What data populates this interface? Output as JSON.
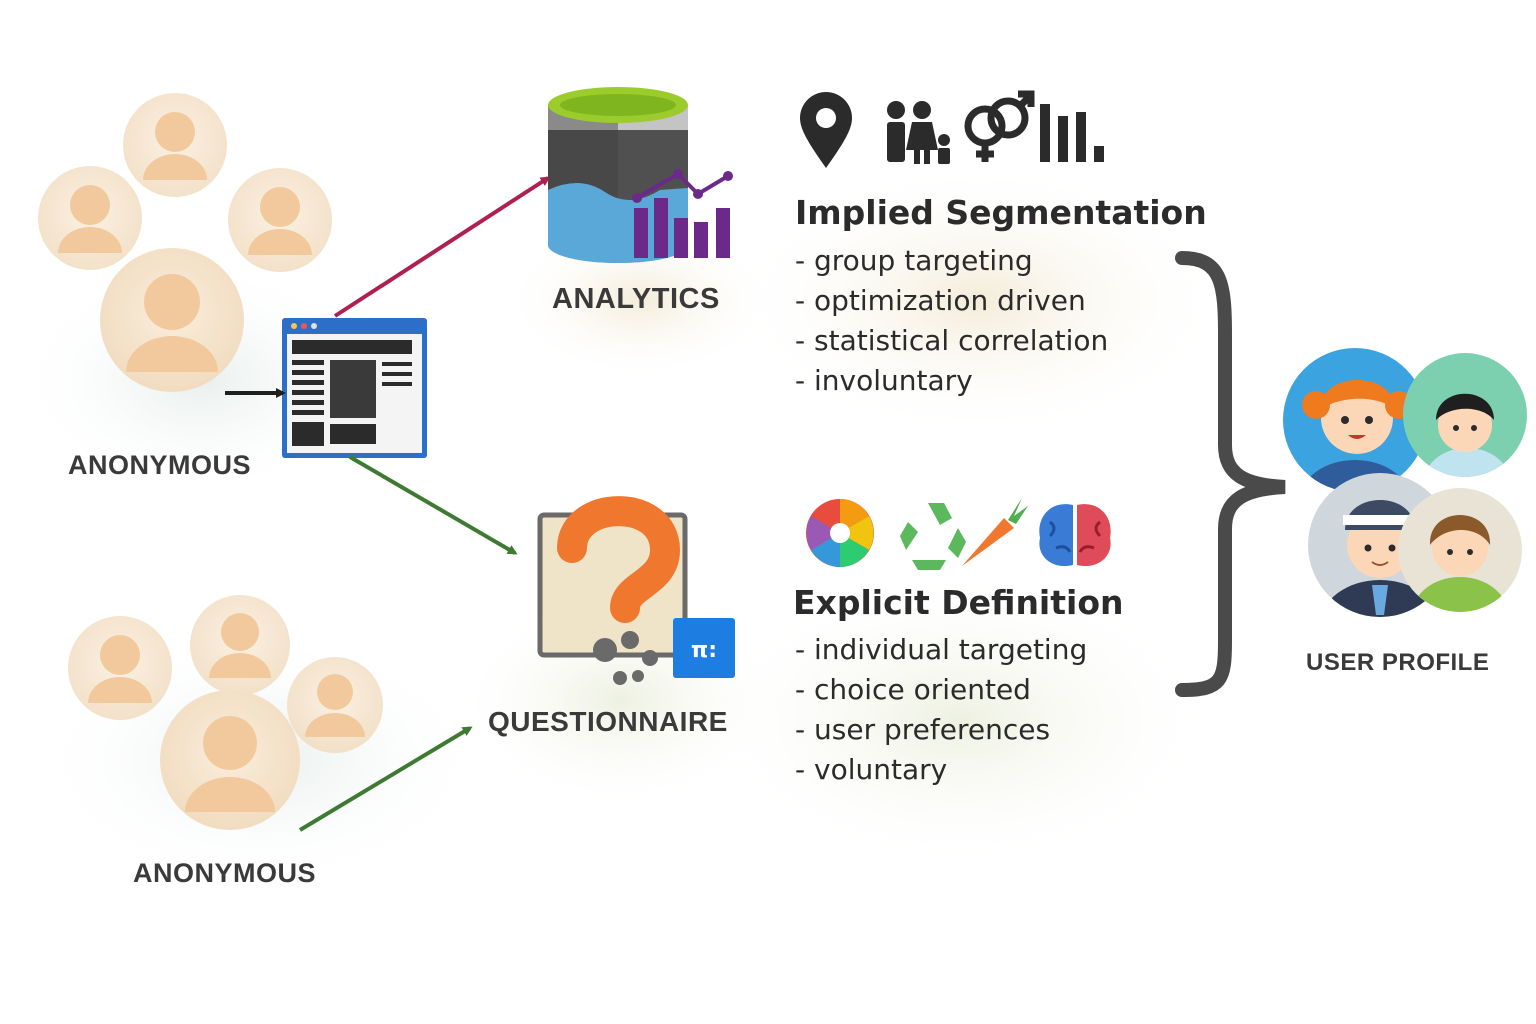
{
  "left_groups": [
    {
      "label": "ANONYMOUS"
    },
    {
      "label": "ANONYMOUS"
    }
  ],
  "analytics": {
    "label": "ANALYTICS"
  },
  "questionnaire": {
    "label": "QUESTIONNAIRE",
    "badge": "π:"
  },
  "implied": {
    "title": "Implied Segmentation",
    "icons": [
      "location-pin-icon",
      "family-icon",
      "gender-symbols-icon",
      "bar-chart-icon"
    ],
    "items": [
      "- group targeting",
      "- optimization driven",
      "- statistical correlation",
      "- involuntary"
    ]
  },
  "explicit": {
    "title": "Explicit Definition",
    "icons": [
      "color-wheel-icon",
      "recycle-icon",
      "carrot-icon",
      "brain-icon"
    ],
    "items": [
      "- individual targeting",
      "- choice oriented",
      "- user preferences",
      "- voluntary"
    ]
  },
  "user_profile": {
    "label": "USER PROFILE"
  },
  "colors": {
    "arrow_to_analytics": "#b01f52",
    "arrow_to_questionnaire": "#3f7a33",
    "arrow_to_browser": "#1f1f1f",
    "question_mark": "#f0782e",
    "analytics_purple": "#6b2a8a",
    "analytics_lime": "#9ccc2c",
    "browser_blue": "#2c6fc9",
    "avatar_skin": "#f2c99d"
  }
}
